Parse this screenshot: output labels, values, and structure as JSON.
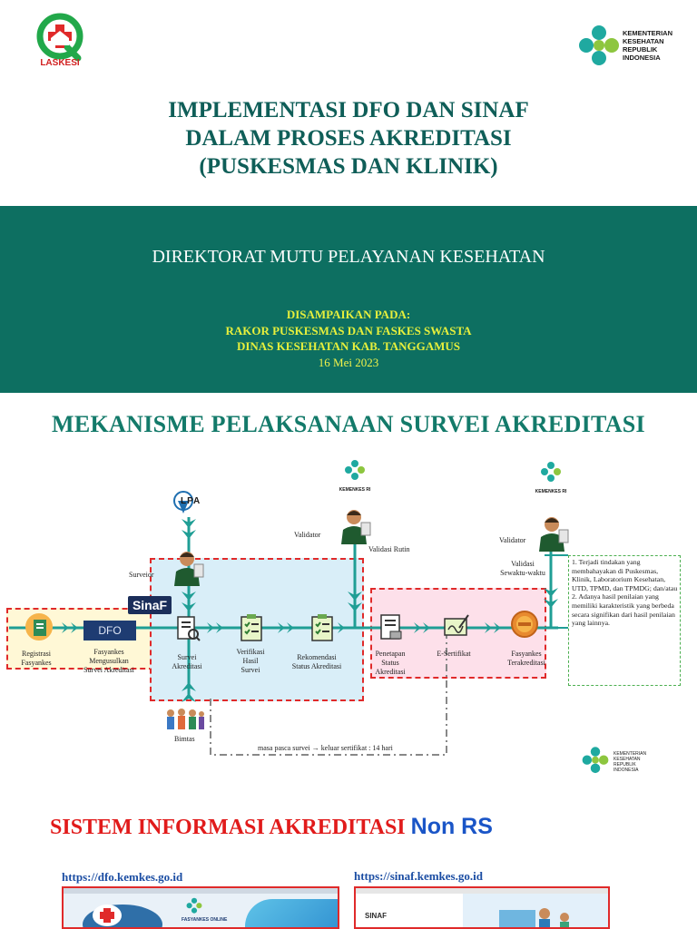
{
  "slide1": {
    "logo_left_text": "LASKESI",
    "logo_right_lines": [
      "KEMENTERIAN",
      "KESEHATAN",
      "REPUBLIK",
      "INDONESIA"
    ],
    "title_lines": [
      "IMPLEMENTASI DFO DAN SINAF",
      "DALAM PROSES AKREDITASI",
      "(PUSKESMAS DAN KLINIK)"
    ],
    "directorate": "DIREKTORAT MUTU PELAYANAN KESEHATAN",
    "delivered_lines": [
      "DISAMPAIKAN PADA:",
      "RAKOR PUSKESMAS DAN FASKES SWASTA",
      "DINAS KESEHATAN KAB. TANGGAMUS"
    ],
    "date": "16 Mei 2023"
  },
  "slide2": {
    "title": "MEKANISME PELAKSANAAN SURVEI AKREDITASI",
    "lpa": "LPA",
    "kemenkes_ri_1": "KEMENKES RI",
    "kemenkes_ri_2": "KEMENKES RI",
    "validator_1": "Validator",
    "validator_2": "Validator",
    "validasi_rutin": "Validasi Rutin",
    "validasi_sewaktu": [
      "Validasi",
      "Sewaktu-waktu"
    ],
    "surveior": "Surveior",
    "sinaf_logo": "SinaF",
    "dfo": "DFO",
    "steps": [
      [
        "Registrasi",
        "Fasyankes"
      ],
      [
        "Fasyankes",
        "Mengusulkan",
        "Survei Akreditasi"
      ],
      [
        "Survei",
        "Akreditasi"
      ],
      [
        "Verifikasi",
        "Hasil",
        "Survei"
      ],
      [
        "Rekomendasi",
        "Status Akreditasi"
      ],
      [
        "Penetapan",
        "Status",
        "Akreditasi"
      ],
      [
        "E-Sertifikat"
      ],
      [
        "Fasyankes",
        "Terakreditasi"
      ]
    ],
    "bimbingan": "Bimtas",
    "timeline_note": "masa pasca survei → keluar sertifikat : 14 hari",
    "notes": [
      "1. Terjadi tindakan yang membahayakan di Puskesmas, Klinik, Laboratorium Kesehatan, UTD, TPMD, dan TPMDG; dan/atau",
      "2. Adanya hasil penilaian yang memiliki karakteristik yang berbeda secara signifikan dari hasil penilaian yang lainnya."
    ],
    "logo_lines": [
      "KEMENTERIAN",
      "KESEHATAN",
      "REPUBLIK",
      "INDONESIA"
    ]
  },
  "slide3": {
    "title": "SISTEM INFORMASI AKREDITASI",
    "title_suffix": "Non RS",
    "url_dfo": "https://dfo.kemkes.go.id",
    "url_sinaf": "https://sinaf.kemkes.go.id",
    "dfo_preview_text": "FASYANKES ONLINE",
    "sinaf_preview_text": "SINAF"
  },
  "colors": {
    "teal_band": "#0d6f61",
    "title_teal": "#137a6a",
    "accent_yellow": "#e6ef3c",
    "red": "#e11b1b",
    "blue": "#1a55c7"
  }
}
